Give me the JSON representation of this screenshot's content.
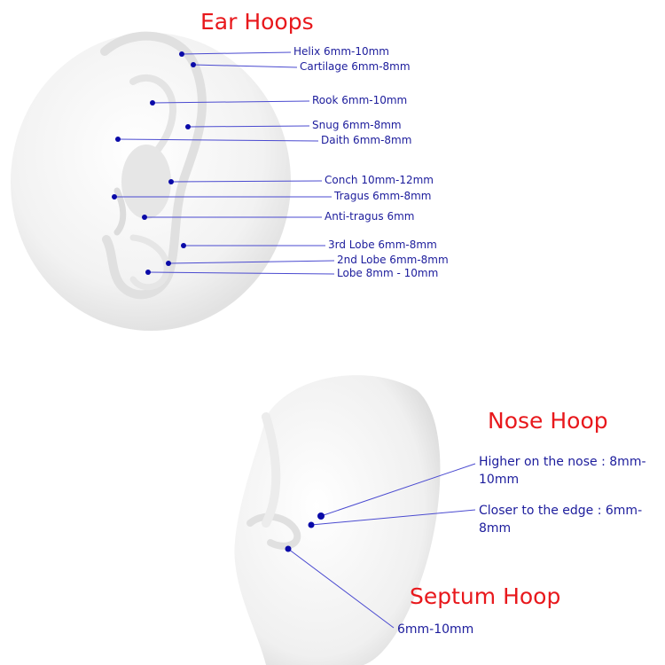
{
  "colors": {
    "title": "#e8181c",
    "label": "#1c1c9c",
    "line": "#4a4ad0",
    "dot": "#0a0aa8",
    "model": "#f1f1f1",
    "model_shadow": "#dadada",
    "model_fold": "#e6e6e6"
  },
  "ear": {
    "title": "Ear Hoops",
    "labels": [
      {
        "id": "helix",
        "text": "Helix 6mm-10mm"
      },
      {
        "id": "cartilage",
        "text": "Cartilage 6mm-8mm"
      },
      {
        "id": "rook",
        "text": "Rook 6mm-10mm"
      },
      {
        "id": "snug",
        "text": "Snug 6mm-8mm"
      },
      {
        "id": "daith",
        "text": "Daith 6mm-8mm"
      },
      {
        "id": "conch",
        "text": "Conch 10mm-12mm"
      },
      {
        "id": "tragus",
        "text": "Tragus 6mm-8mm"
      },
      {
        "id": "anti-tragus",
        "text": "Anti-tragus 6mm"
      },
      {
        "id": "lobe-3rd",
        "text": "3rd Lobe 6mm-8mm"
      },
      {
        "id": "lobe-2nd",
        "text": "2nd Lobe 6mm-8mm"
      },
      {
        "id": "lobe",
        "text": "Lobe 8mm - 10mm"
      }
    ]
  },
  "nose": {
    "title": "Nose Hoop",
    "labels": [
      {
        "id": "higher",
        "text": "Higher on the nose : 8mm-10mm"
      },
      {
        "id": "closer",
        "text": "Closer to the edge : 6mm-8mm"
      }
    ]
  },
  "septum": {
    "title": "Septum Hoop",
    "labels": [
      {
        "id": "septum",
        "text": "6mm-10mm"
      }
    ]
  }
}
